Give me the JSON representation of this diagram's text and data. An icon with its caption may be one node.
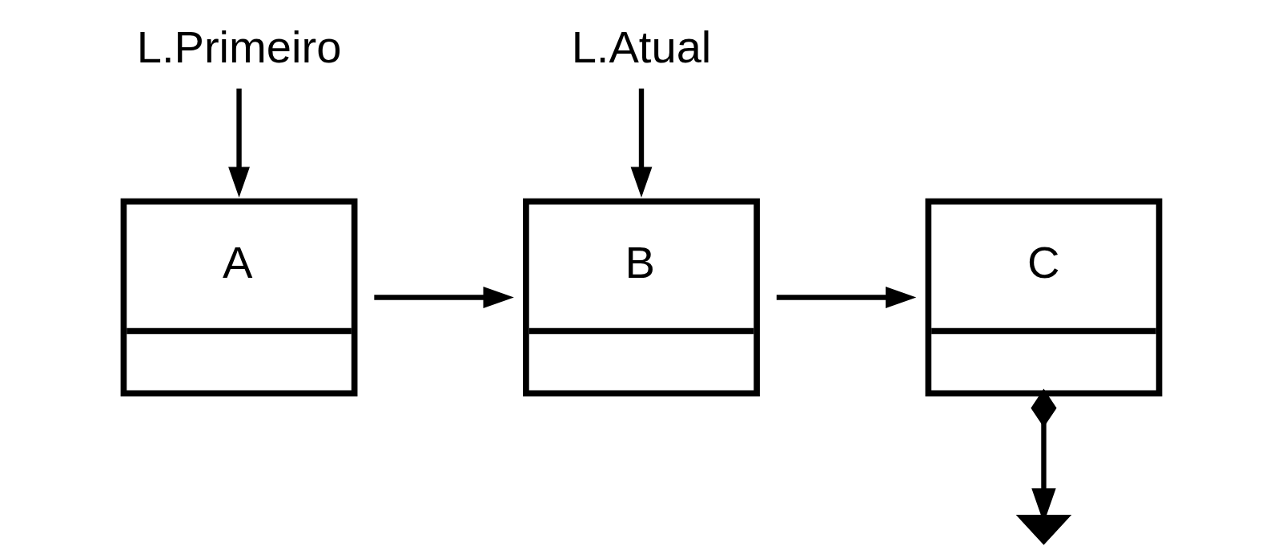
{
  "diagram": {
    "nodes": [
      {
        "text": [
          "L.Primeiro"
        ]
      },
      {
        "text": [
          "L.Atual"
        ]
      },
      {
        "text": [
          "A"
        ]
      },
      {
        "text": [
          "B"
        ]
      },
      {
        "text": [
          "C"
        ]
      },
      {
        "text": [],
        "shape": "ground"
      }
    ],
    "edges": [
      {
        "from": 0,
        "to": 2,
        "arrow": "to"
      },
      {
        "from": 1,
        "to": 3,
        "arrow": "to"
      },
      {
        "from": 2,
        "to": 3,
        "arrow": "to"
      },
      {
        "from": 3,
        "to": 4,
        "arrow": "to"
      },
      {
        "from": 4,
        "to": 5,
        "arrow": "to"
      }
    ]
  }
}
